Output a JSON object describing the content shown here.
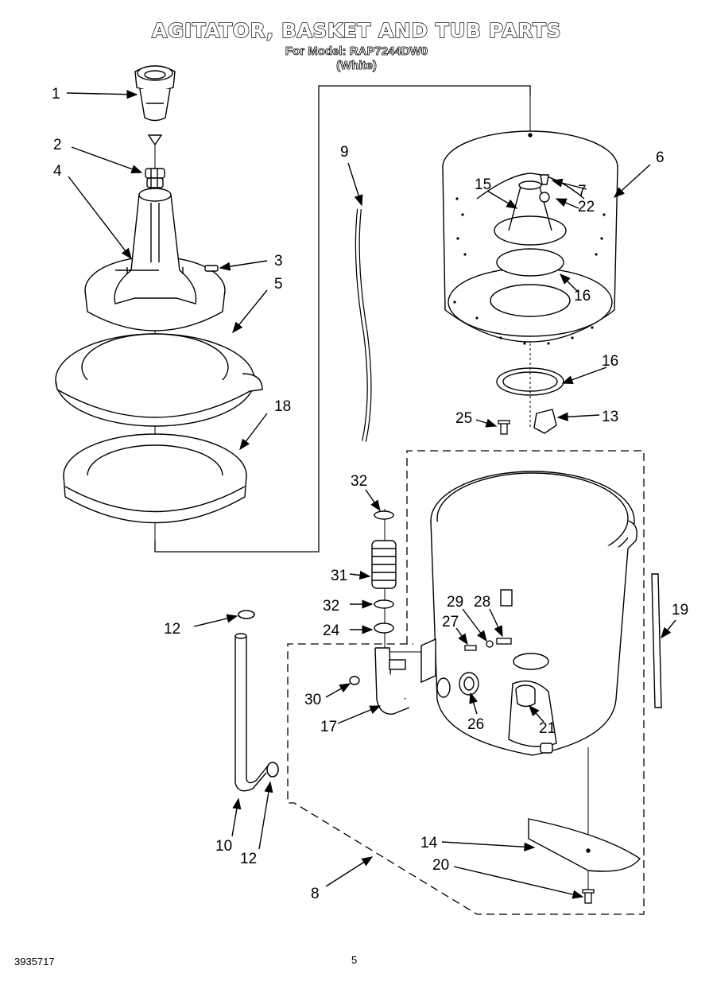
{
  "header": {
    "title": "AGITATOR, BASKET AND TUB PARTS",
    "model_line": "For Model: RAP7244DW0",
    "color_line": "(White)"
  },
  "callouts": [
    "1",
    "2",
    "4",
    "3",
    "5",
    "18",
    "9",
    "6",
    "7",
    "15",
    "22",
    "16",
    "16",
    "13",
    "25",
    "32",
    "31",
    "32",
    "24",
    "29",
    "28",
    "27",
    "19",
    "12",
    "30",
    "17",
    "26",
    "21",
    "10",
    "12",
    "14",
    "20",
    "8"
  ],
  "footer": {
    "doc_number": "3935717",
    "page_number": "5"
  }
}
